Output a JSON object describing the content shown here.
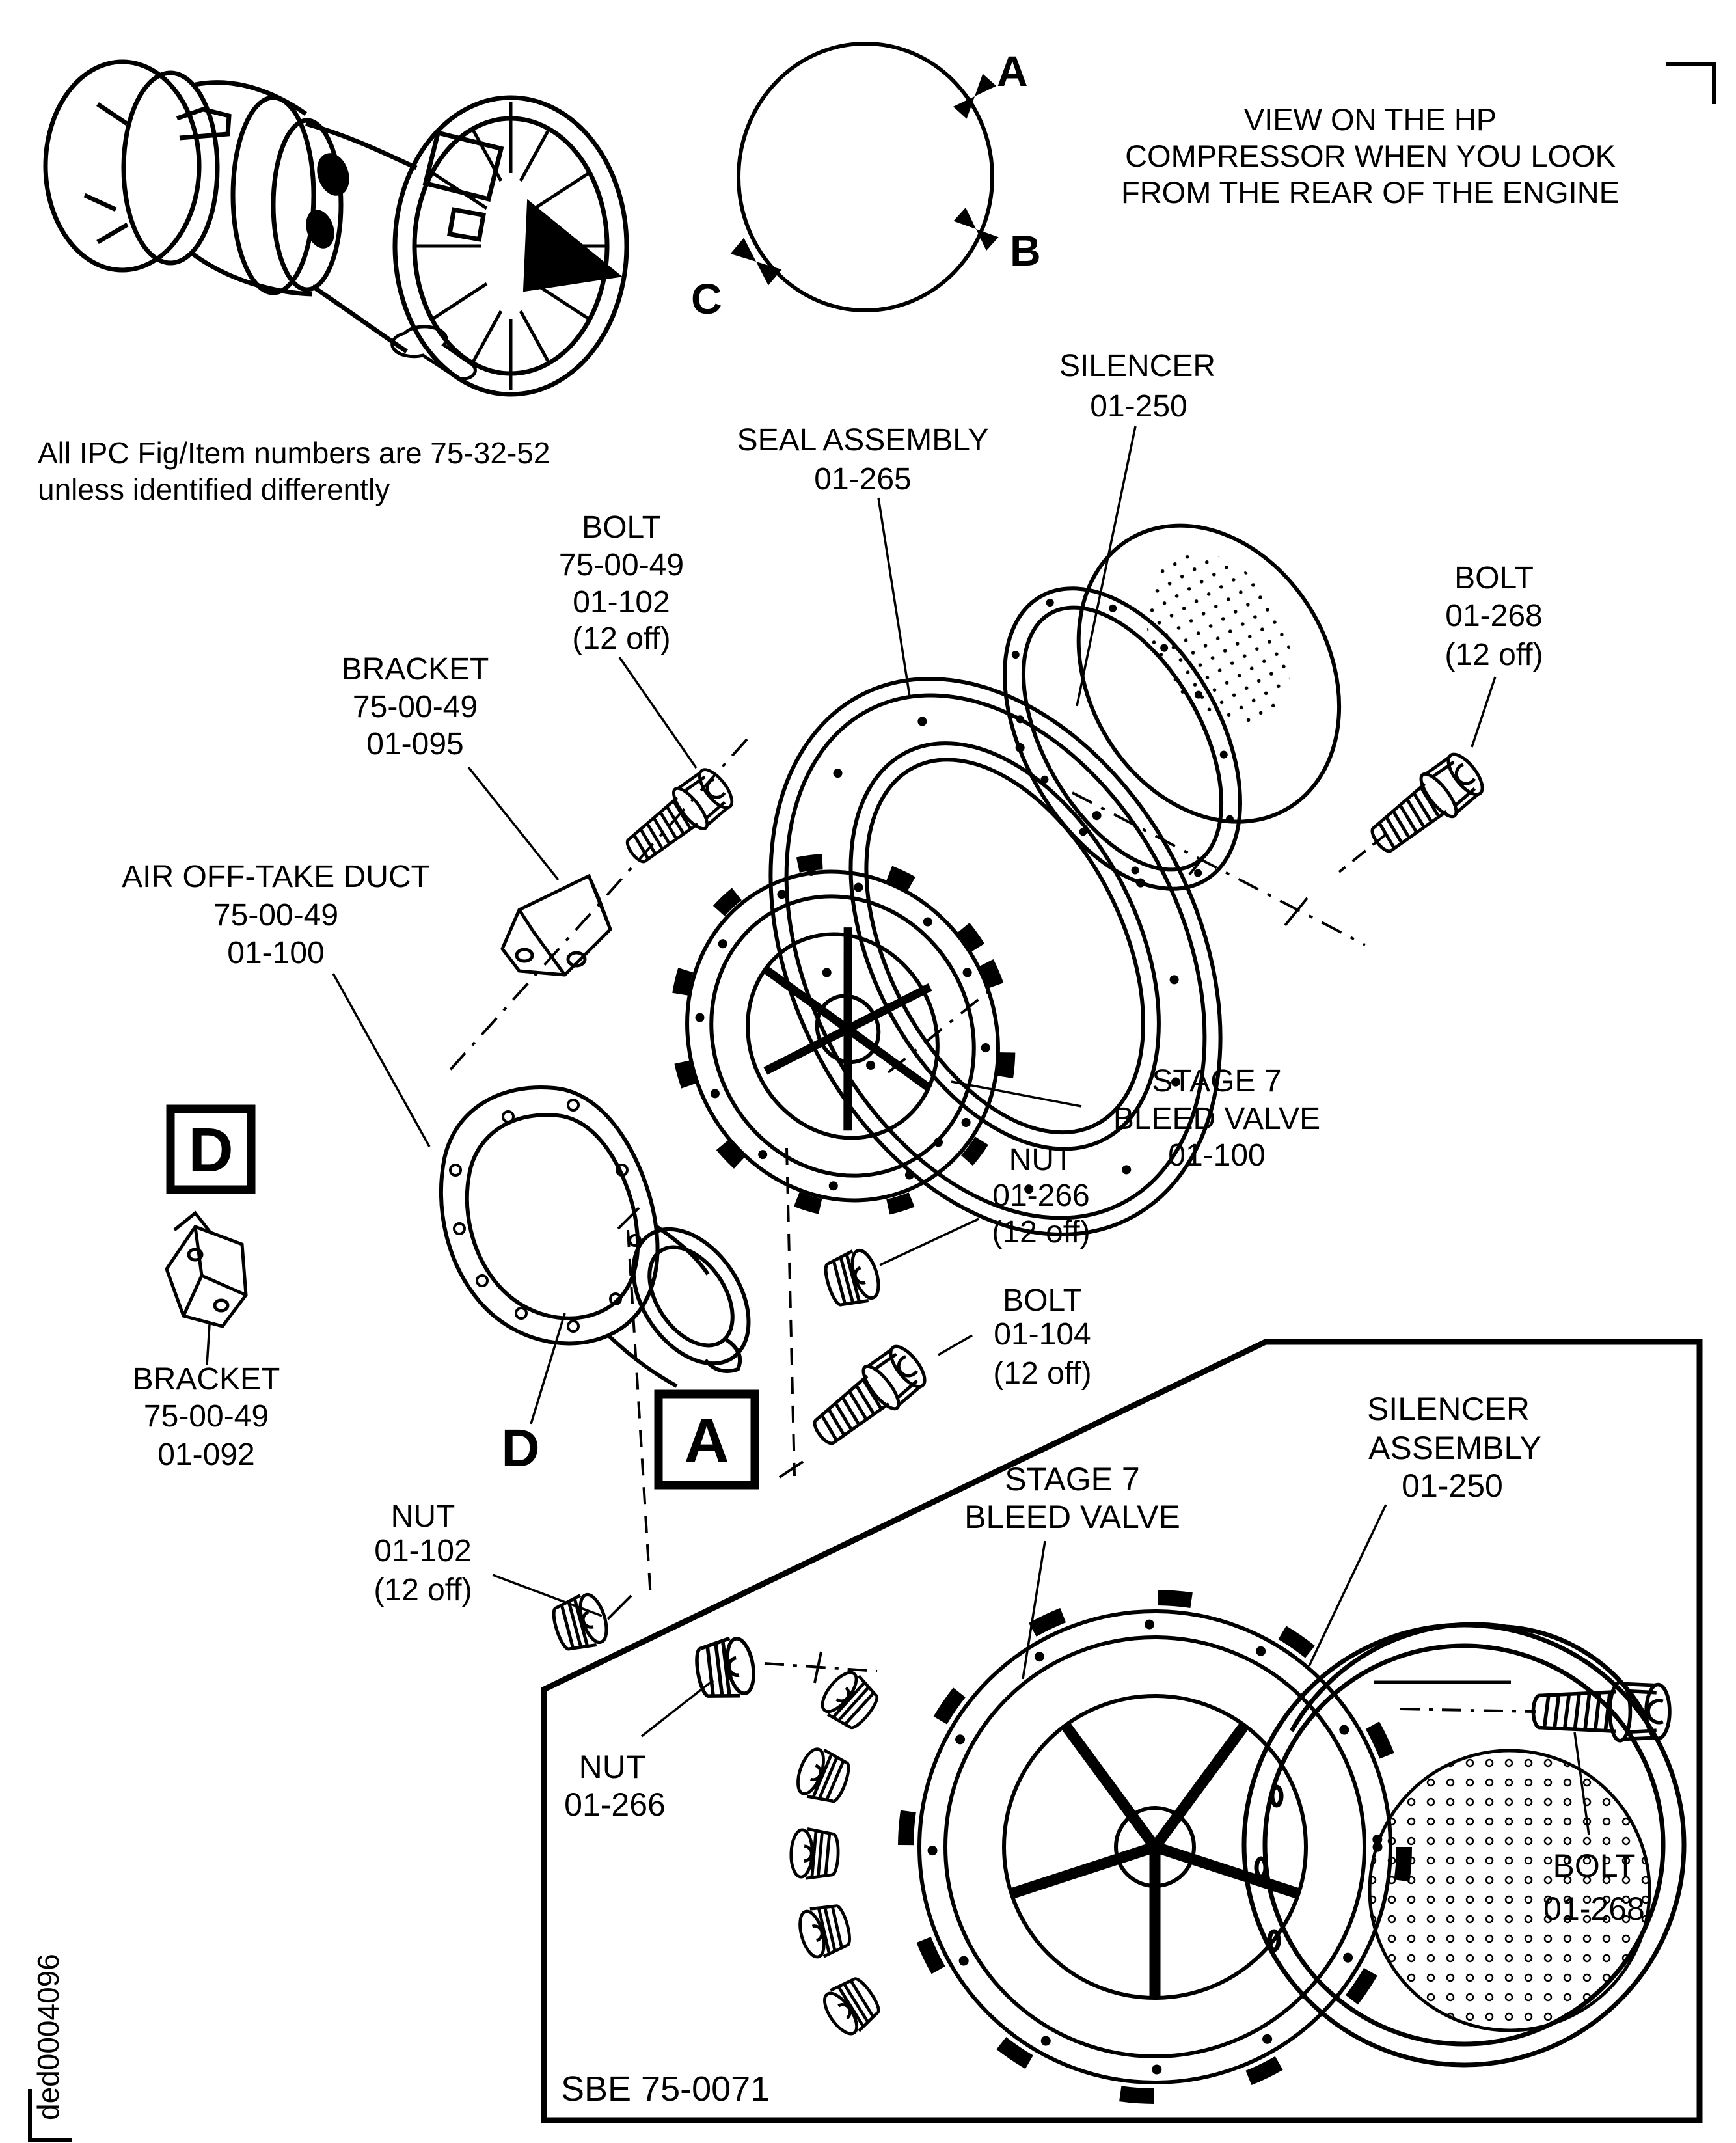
{
  "doc": {
    "figure_code": "ded0004096",
    "note": [
      "All IPC Fig/Item numbers are 75-32-52",
      "unless identified differently"
    ],
    "view_note": [
      "VIEW ON THE HP",
      "COMPRESSOR WHEN YOU LOOK",
      "FROM THE REAR OF THE ENGINE"
    ],
    "markers": {
      "a": "A",
      "b": "B",
      "c": "C"
    },
    "details": {
      "d_box": "D",
      "d_ref": "D",
      "a_box": "A"
    }
  },
  "parts": {
    "silencer": {
      "name": "SILENCER",
      "item": "01-250"
    },
    "seal_assembly": {
      "name": "SEAL ASSEMBLY",
      "item": "01-265"
    },
    "bolt_102": {
      "name": "BOLT",
      "fig": "75-00-49",
      "item": "01-102",
      "qty": "(12 off)"
    },
    "bracket_095": {
      "name": "BRACKET",
      "fig": "75-00-49",
      "item": "01-095"
    },
    "air_duct": {
      "name": "AIR OFF-TAKE DUCT",
      "fig": "75-00-49",
      "item": "01-100"
    },
    "bolt_268": {
      "name": "BOLT",
      "item": "01-268",
      "qty": "(12 off)"
    },
    "stage7_valve": {
      "name1": "STAGE 7",
      "name2": "BLEED VALVE",
      "item": "01-100"
    },
    "nut_266": {
      "name": "NUT",
      "item": "01-266",
      "qty": "(12 off)"
    },
    "bolt_104": {
      "name": "BOLT",
      "item": "01-104",
      "qty": "(12 off)"
    },
    "bracket_092": {
      "name": "BRACKET",
      "fig": "75-00-49",
      "item": "01-092"
    },
    "nut_102": {
      "name": "NUT",
      "item": "01-102",
      "qty": "(12 off)"
    }
  },
  "inset": {
    "stage7_valve": {
      "name1": "STAGE 7",
      "name2": "BLEED VALVE"
    },
    "silencer_assembly": {
      "name1": "SILENCER",
      "name2": "ASSEMBLY",
      "item": "01-250"
    },
    "nut_266": {
      "name": "NUT",
      "item": "01-266"
    },
    "bolt_268": {
      "name": "BOLT",
      "item": "01-268"
    },
    "drawing_ref": "SBE 75-0071"
  }
}
